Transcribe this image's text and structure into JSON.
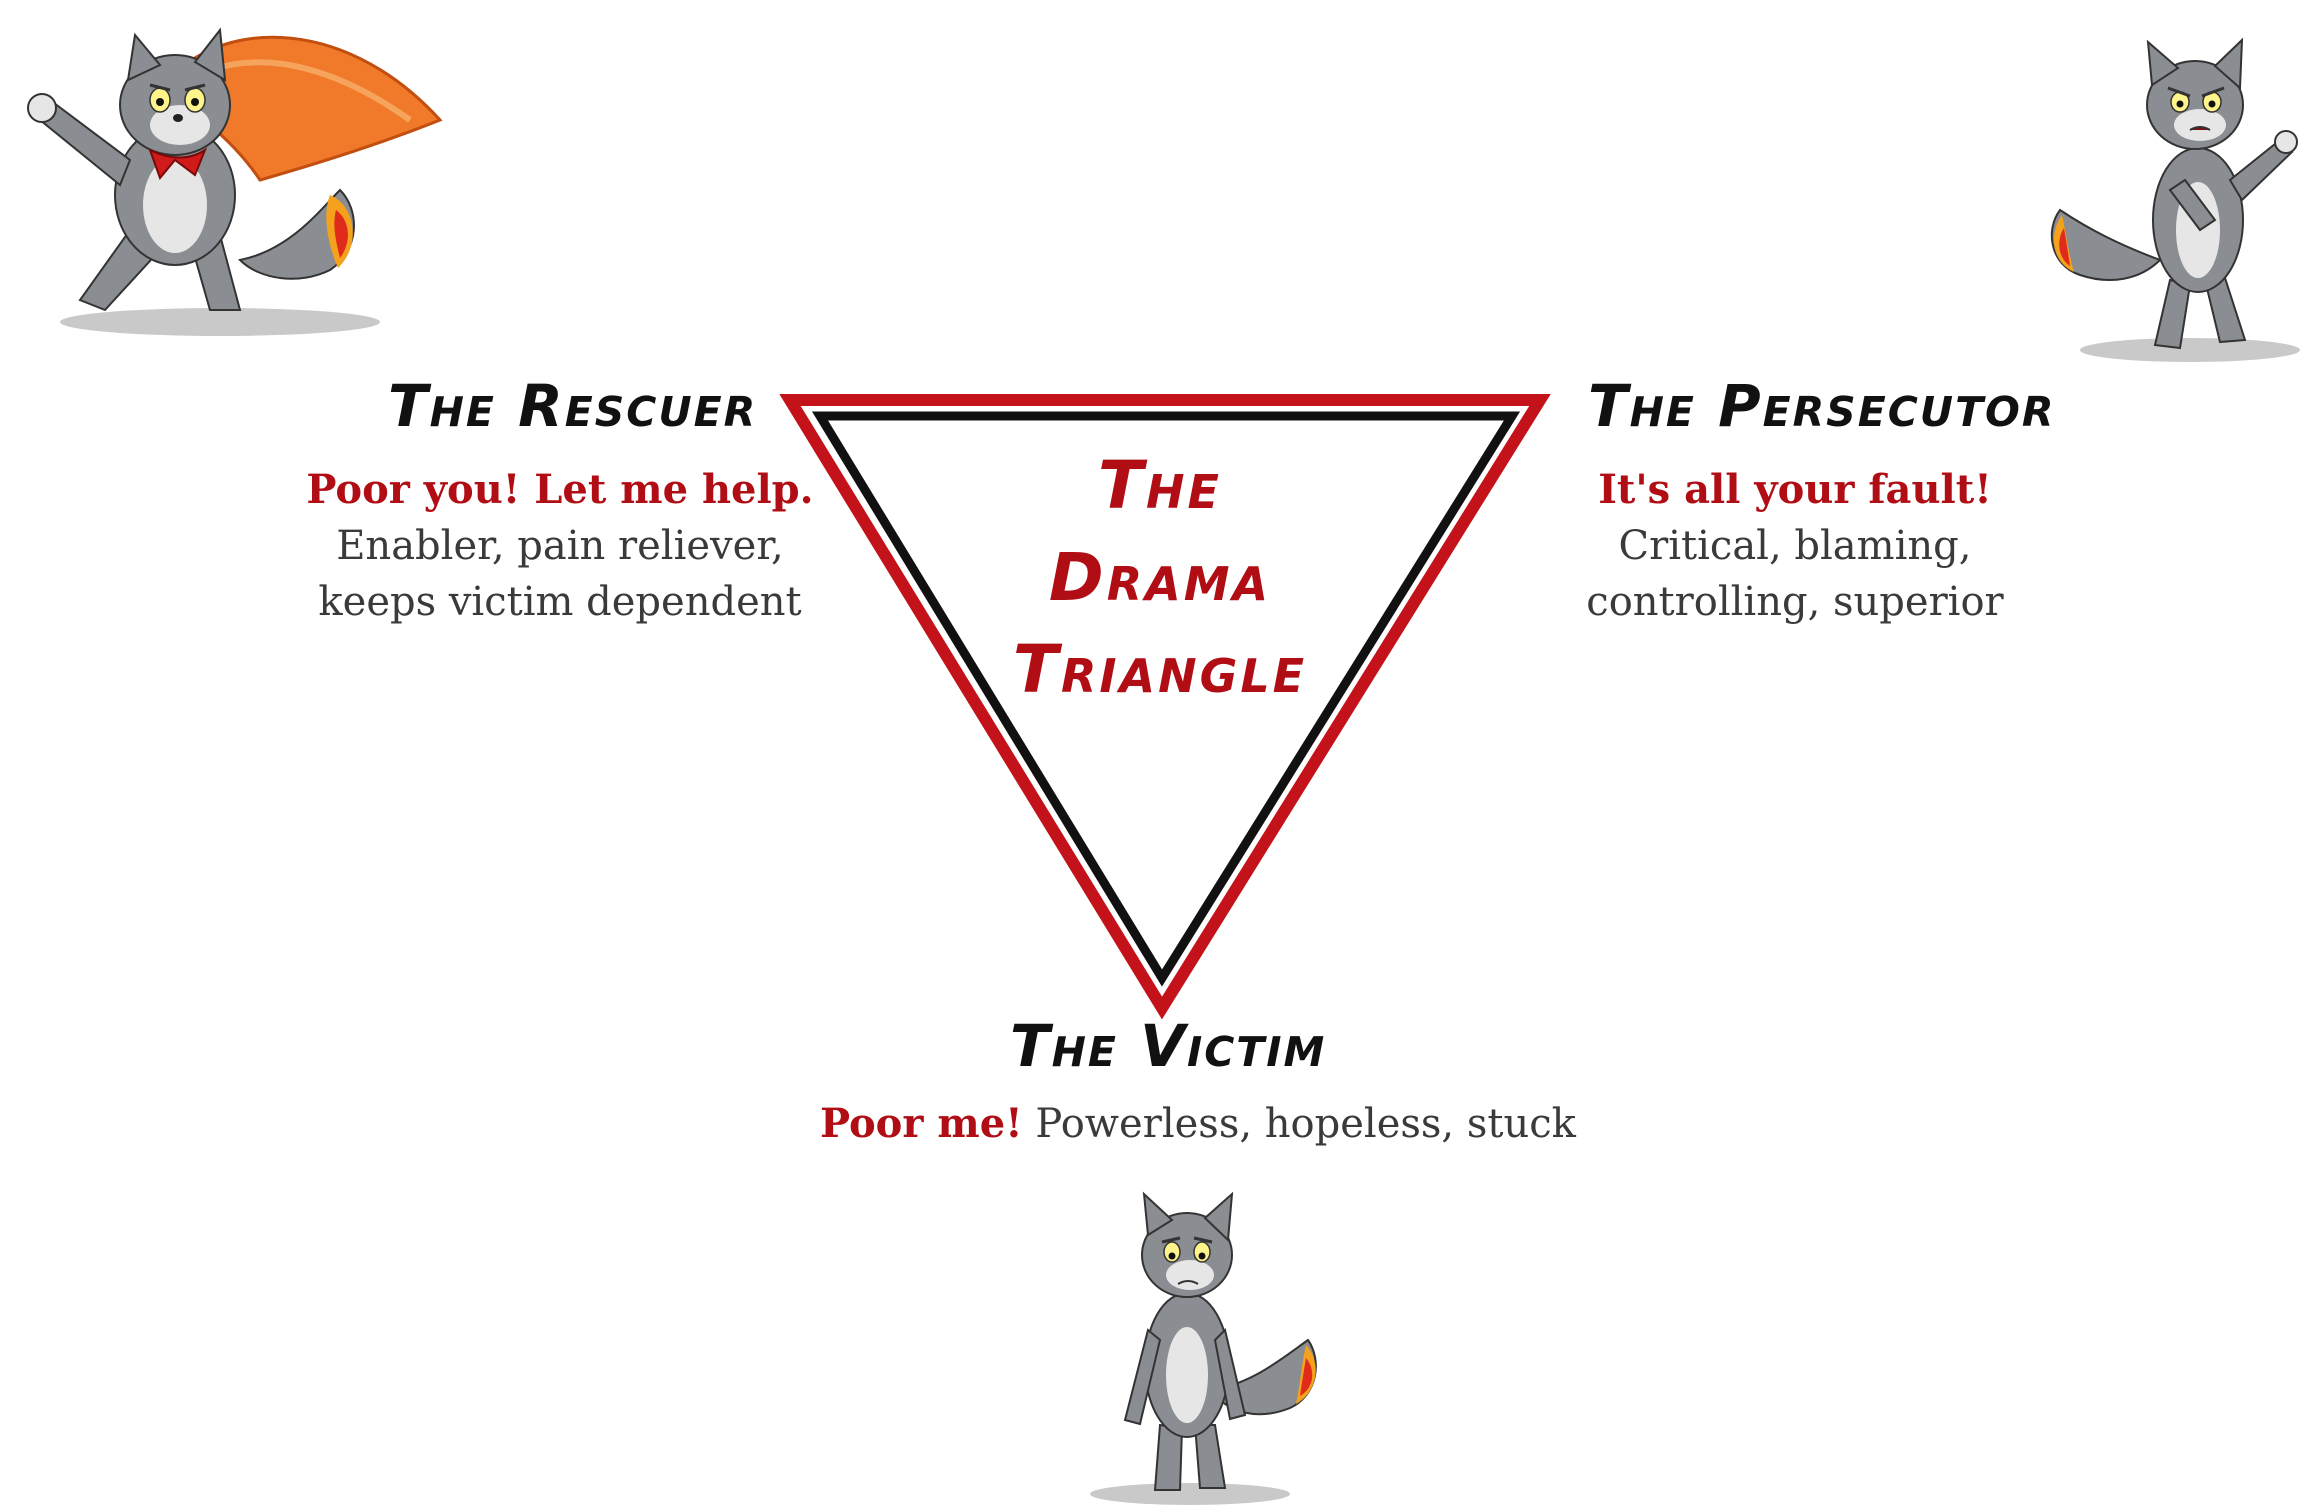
{
  "triangle": {
    "title_lines": [
      "The",
      "Drama",
      "Triangle"
    ],
    "outer_color": "#c4121a",
    "inner_color": "#111111"
  },
  "roles": {
    "rescuer": {
      "title": "The Rescuer",
      "slogan": "Poor you! Let me help.",
      "desc_lines": [
        "Enabler, pain reliever,",
        "keeps victim dependent"
      ]
    },
    "persecutor": {
      "title": "The Persecutor",
      "slogan": "It's all your fault!",
      "desc_lines": [
        "Critical, blaming,",
        "controlling, superior"
      ]
    },
    "victim": {
      "title": "The Victim",
      "slogan": "Poor me!",
      "desc": " Powerless, hopeless, stuck"
    }
  },
  "colors": {
    "accent_red": "#b00d15",
    "body_gray": "#3a3a3a",
    "cat_fur": "#8a8d92",
    "cape_orange": "#f07a2a"
  },
  "icons": [
    "rescuer-cat-icon",
    "persecutor-cat-icon",
    "victim-cat-icon"
  ]
}
